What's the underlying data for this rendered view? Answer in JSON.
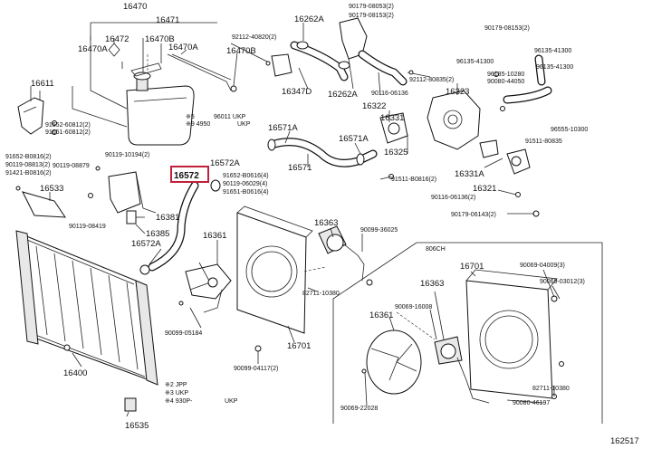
{
  "diagram_id": "162517",
  "highlighted_part": "16572",
  "inset_title": "806CH",
  "labels": {
    "l16470": "16470",
    "l16471": "16471",
    "l16472": "16472",
    "l16470B": "16470B",
    "l16470A_a": "16470A",
    "l16470A_b": "16470A",
    "l16470B_b": "16470B",
    "l92112": "92112-40820(2)",
    "l16611": "16611",
    "l16262A_a": "16262A",
    "l90179_08053": "90179-08053(2)",
    "l90179_08153_a": "90179-08153(2)",
    "l90179_08153_b": "90179-08153(2)",
    "l96135_41300_a": "96135-41300",
    "l96135_41300_b": "96135-41300",
    "l96135_41300_c": "96135-41300",
    "l16347D": "16347D",
    "l16262A_b": "16262A",
    "l90116_06136_a": "90116-06136",
    "l92112_80835": "92112-80835(2)",
    "l16323": "16323",
    "l96135_10280": "96135-10280",
    "l90080_44050": "90080-44050",
    "l96555_10300": "96555-10300",
    "l16322": "16322",
    "l16331": "16331",
    "l16571A_a": "16571A",
    "l16571A_b": "16571A",
    "l16325": "16325",
    "l91511_80835": "91511-80835",
    "l16571": "16571",
    "l16331A": "16331A",
    "l91511_80816": "91511-B0816(2)",
    "l16321": "16321",
    "l90116_06136_b": "90116-06136(2)",
    "l90179_06143": "90179-06143(2)",
    "l90119_10194": "90119-10194(2)",
    "l91652_80816_a": "91652-B0816(2)",
    "l90119_08879": "90119-08879",
    "l91652_80813": "90119-08813(2)",
    "l91421_80816": "91421-B0816(2)",
    "l16572": "16572",
    "l16572A_a": "16572A",
    "l91652_80616": "91652-B0616(4)",
    "l90119_06029": "90119-06029(4)",
    "l91651_80616": "91651-B0616(4)",
    "l16533": "16533",
    "l90119_08419": "90119-08419",
    "l16381": "16381",
    "l16385": "16385",
    "l16572A_b": "16572A",
    "l16363_a": "16363",
    "l90099_36025": "90099-36025",
    "l16361_a": "16361",
    "l82711_10380_a": "82711-10380",
    "l90099_05184": "90099-05184",
    "l16701_a": "16701",
    "l90099_04117": "90099-04117(2)",
    "l16400": "16400",
    "l16535": "16535",
    "l16701_b": "16701",
    "l90069_04009": "90069-04009(3)",
    "l90069_03012": "90069-03012(3)",
    "l16363_b": "16363",
    "l90069_16008": "90069-16008",
    "l16361_b": "16361",
    "l82711_10380_b": "82711-10380",
    "l90069_22028": "90069-22028",
    "l90080_46197": "90080-46197",
    "l91652_60812": "91652-60812(2)",
    "l91651_60812": "91651-60812(2)",
    "note_a1": "※5",
    "note_a2": "※9 4950",
    "note_a3": "96011 UKP",
    "note_a4": "UKP",
    "note_b1": "※2 JPP",
    "note_b2": "※3 UKP",
    "note_b3": "※4 930P-",
    "note_b4": "UKP"
  }
}
